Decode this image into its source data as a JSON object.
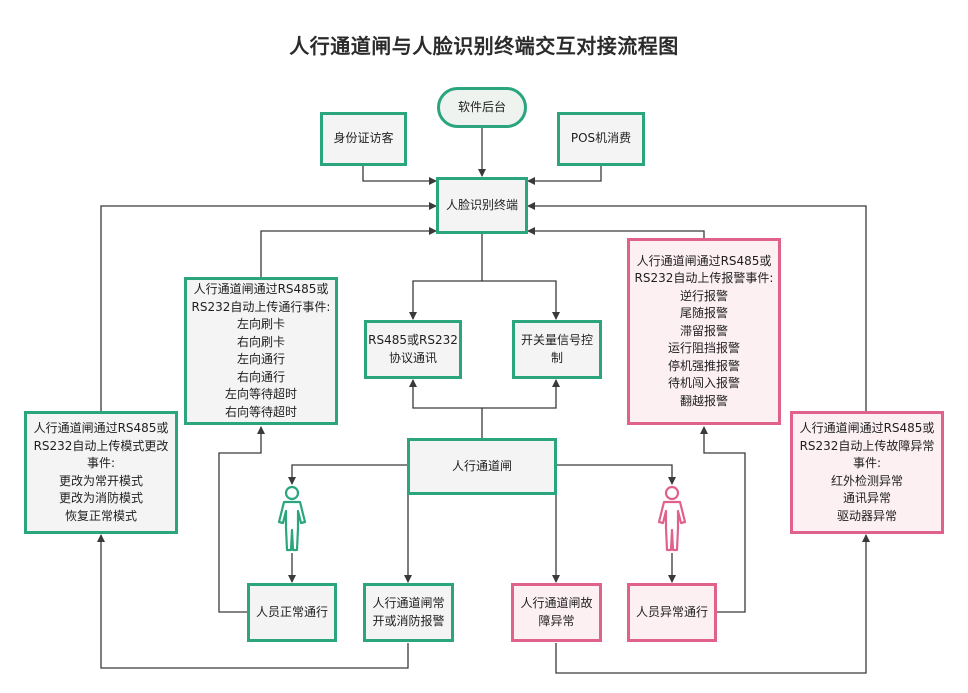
{
  "title": "人行通道闸与人脸识别终端交互对接流程图",
  "colors": {
    "green": "#2aa57e",
    "pink": "#e0628c",
    "line": "#3a3a3a"
  },
  "nodes": {
    "software": "软件后台",
    "id_visitor": "身份证访客",
    "pos": "POS机消费",
    "face_terminal": "人脸识别终端",
    "rs_protocol": [
      "RS485或RS232",
      "协议通讯"
    ],
    "switch_signal": [
      "开关量信号控",
      "制"
    ],
    "gate": "人行通道闸",
    "pass_events": [
      "人行通道闸通过RS485或",
      "RS232自动上传通行事件:",
      "左向刷卡",
      "右向刷卡",
      "左向通行",
      "右向通行",
      "左向等待超时",
      "右向等待超时"
    ],
    "mode_events": [
      "人行通道闸通过RS485或",
      "RS232自动上传模式更改",
      "事件:",
      "更改为常开模式",
      "更改为消防模式",
      "恢复正常模式"
    ],
    "alarm_events": [
      "人行通道闸通过RS485或",
      "RS232自动上传报警事件:",
      "逆行报警",
      "尾随报警",
      "滞留报警",
      "运行阻挡报警",
      "停机强推报警",
      "待机闯入报警",
      "翻越报警"
    ],
    "fault_events": [
      "人行通道闸通过RS485或",
      "RS232自动上传故障异常",
      "事件:",
      "红外检测异常",
      "通讯异常",
      "驱动器异常"
    ],
    "normal_pass": "人员正常通行",
    "open_fire": [
      "人行通道闸常",
      "开或消防报警"
    ],
    "gate_fault": [
      "人行通道闸故",
      "障异常"
    ],
    "abnormal_pass": "人员异常通行"
  },
  "icons": [
    "person-normal-icon",
    "person-abnormal-icon"
  ]
}
